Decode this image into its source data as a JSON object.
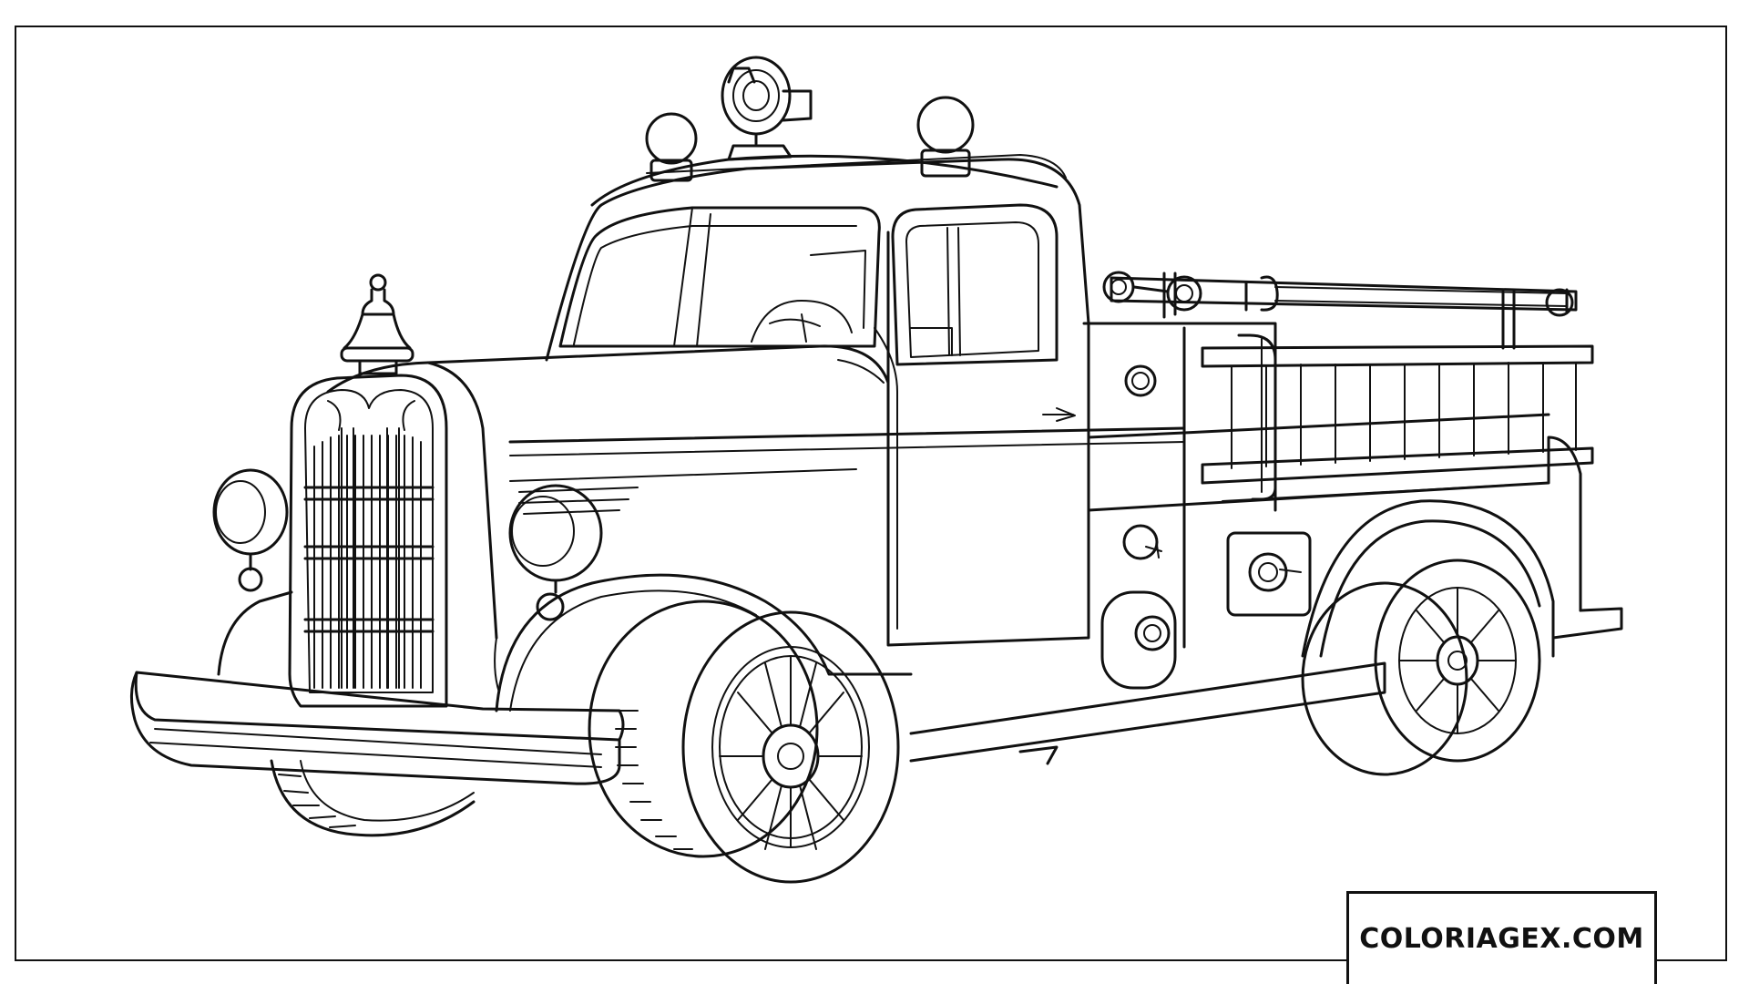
{
  "image": {
    "subject": "fire-truck-coloring-page",
    "style": "black line art on white",
    "watermark": {
      "text": "COLORIAGEX.COM"
    }
  },
  "colors": {
    "line": "#111111",
    "background": "#ffffff"
  }
}
